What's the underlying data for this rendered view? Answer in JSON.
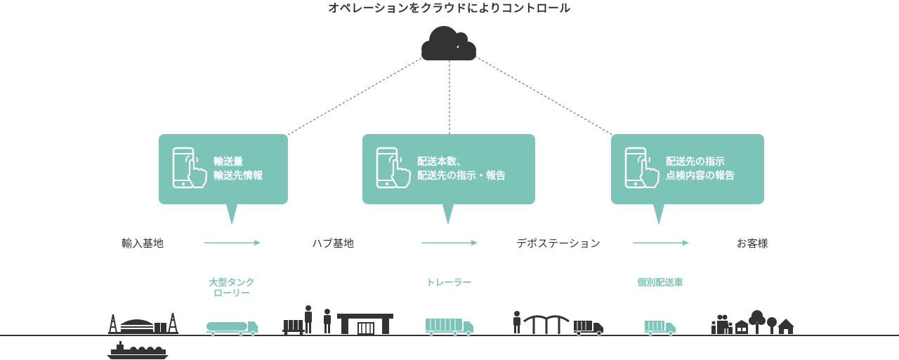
{
  "title": "オペレーションをクラウドによりコントロール",
  "bubbles": [
    {
      "line1": "輸送量",
      "line2": "輸送先情報"
    },
    {
      "line1": "配送本数、",
      "line2": "配送先の指示・報告"
    },
    {
      "line1": "配送先の指示",
      "line2": "点検内容の報告"
    }
  ],
  "stages": [
    "輸入基地",
    "ハブ基地",
    "デポステーション",
    "お客様"
  ],
  "vehicles": [
    {
      "line1": "大型タンク",
      "line2": "ローリー"
    },
    {
      "line1": "トレーラー",
      "line2": ""
    },
    {
      "line1": "個別配送車",
      "line2": ""
    }
  ],
  "colors": {
    "accent": "#7cc4b7",
    "dark": "#333333"
  },
  "icons": [
    "cloud-icon",
    "smartphone-tap-icon",
    "arrow-right-icon",
    "tanker-truck-icon",
    "ship-icon",
    "worker-icon",
    "house-icon",
    "tree-icon",
    "family-icon"
  ]
}
